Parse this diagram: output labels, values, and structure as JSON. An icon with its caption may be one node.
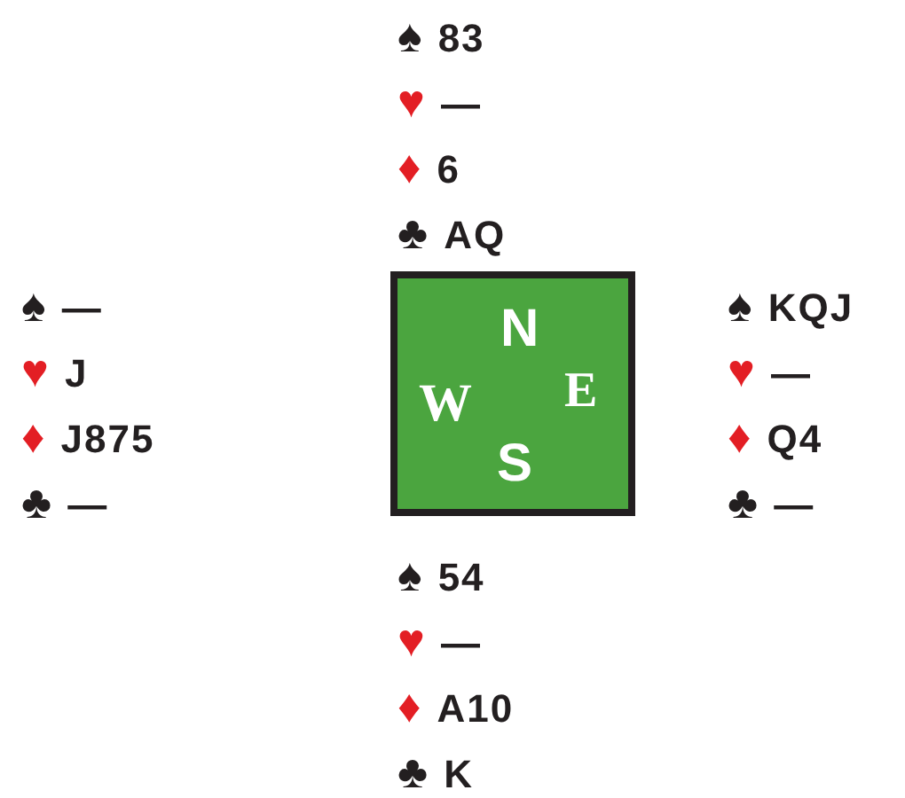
{
  "diagram": {
    "nodes": [
      {
        "text": [
          "N",
          "W",
          "E",
          "S"
        ]
      }
    ],
    "labels": [
      "♠ 83",
      "♥ —",
      "♦ 6",
      "♣ AQ",
      "♠ —",
      "♥ J",
      "♦ J875",
      "♣ —",
      "♠ KQJ",
      "♥ —",
      "♦ Q4",
      "♣ —",
      "♠ 54",
      "♥ —",
      "♦ A10",
      "♣ K"
    ]
  }
}
